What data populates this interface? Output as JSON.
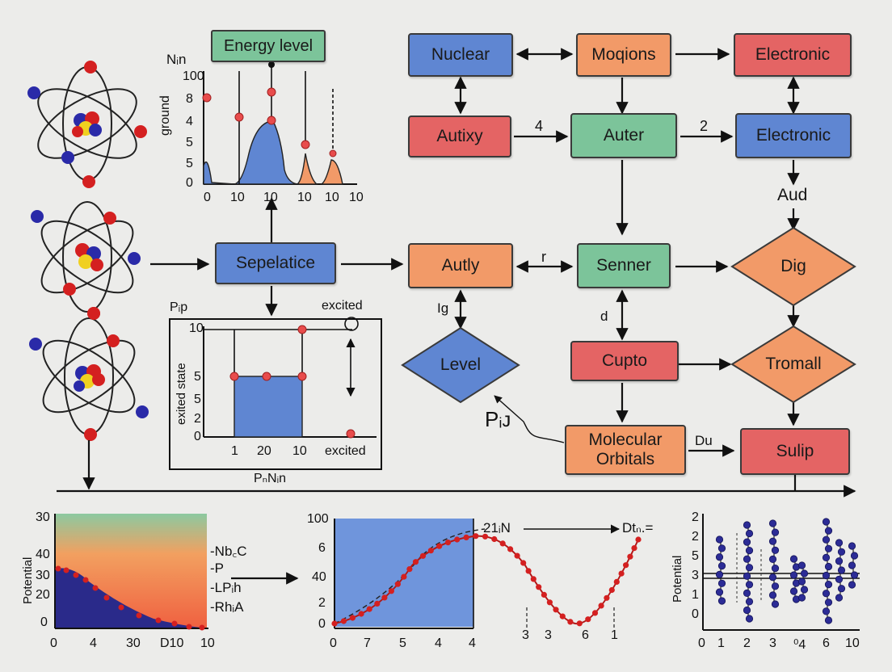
{
  "nodes": {
    "nuclear": "Nuclear",
    "moions": "Moqions",
    "electronic_top": "Electronic",
    "autixy": "Autixy",
    "auter": "Auter",
    "electronic_mid": "Electronic",
    "sepelatice": "Sepelatice",
    "autly": "Autly",
    "senner": "Senner",
    "dig": "Dig",
    "level": "Level",
    "cupto": "Cupto",
    "tromall": "Tromall",
    "molecular_orbitals": "Molecular Orbitals",
    "sulip": "Sulip"
  },
  "edge_labels": {
    "autixy_auter": "4",
    "auter_electronic": "2",
    "aud": "Aud",
    "autly_senner": "r",
    "ig": "Ig",
    "d": "d",
    "du": "Du",
    "pij": "Pᵢᴊ"
  },
  "colors": {
    "blue": "#5f86d2",
    "orange": "#f29a68",
    "red": "#e46464",
    "green": "#7cc49a",
    "atom_red": "#d42020",
    "atom_blue": "#2a2aa8",
    "atom_yellow": "#f0d020"
  },
  "energy_chart": {
    "badge": "Energy level",
    "corner": "Nᵢn",
    "ylabel": "ground",
    "yticks": [
      "100",
      "8",
      "4",
      "5",
      "5",
      "0"
    ],
    "xticks": [
      "0",
      "10",
      "10",
      "10",
      "10",
      "10"
    ]
  },
  "excited_chart": {
    "corner": "Pᵢp",
    "top_right": "excited",
    "ylabel": "exited state",
    "yticks": [
      "10",
      "5",
      "5",
      "2",
      "0"
    ],
    "xticks": [
      "1",
      "20",
      "10",
      "excited"
    ],
    "xlabel": "PₙNᵢn"
  },
  "potential_chart": {
    "ylabel": "Potential",
    "yticks": [
      "30",
      "40",
      "30",
      "20",
      "0"
    ],
    "xticks": [
      "0",
      "4",
      "30",
      "D10",
      "10"
    ],
    "legend": [
      "-Nb꜀C",
      "-P",
      "-LPᵢh",
      "-RhᵢA"
    ]
  },
  "wave_chart": {
    "yticks": [
      "100",
      "6",
      "40",
      "2",
      "0"
    ],
    "xticks": [
      "0",
      "7",
      "5",
      "4",
      "4"
    ],
    "peak_label": "21ᵢN",
    "right_label": "Dtₙ.=",
    "lower_ticks": [
      "3",
      "3",
      "6",
      "1"
    ]
  },
  "scatter_chart": {
    "ylabel": "Potential",
    "yticks": [
      "2",
      "2",
      "5",
      "3",
      "1",
      "0"
    ],
    "xticks": [
      "0",
      "1",
      "2",
      "3",
      "⁰4",
      "6",
      "10"
    ]
  }
}
